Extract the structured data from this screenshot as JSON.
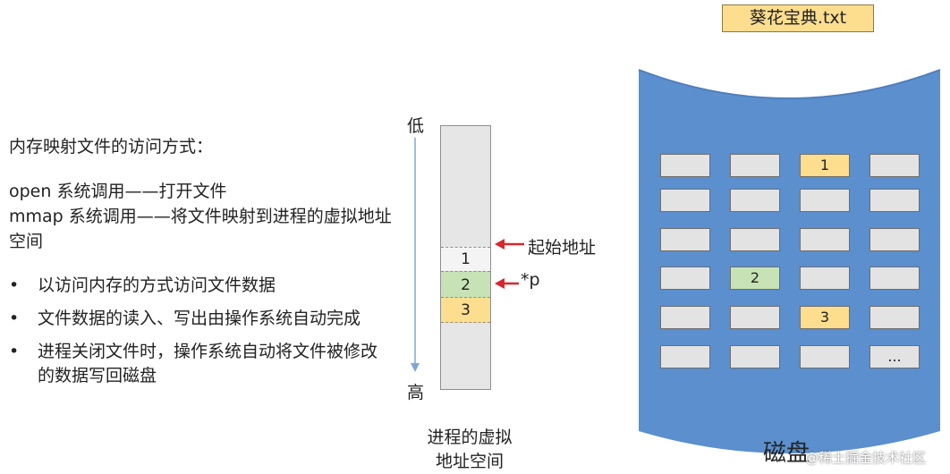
{
  "left_text": {
    "heading": "内存映射文件的访问方式：",
    "open_line": "open 系统调用——打开文件",
    "mmap_line": "mmap 系统调用——将文件映射到进程的虚拟地址空间",
    "bullets": [
      "以访问内存的方式访问文件数据",
      "文件数据的读入、写出由操作系统自动完成",
      "进程关闭文件时，操作系统自动将文件被修改的数据写回磁盘"
    ]
  },
  "virtual_space": {
    "low_label": "低",
    "high_label": "高",
    "cells": [
      "1",
      "2",
      "3"
    ],
    "start_address_label": "起始地址",
    "pointer_label": "*p",
    "caption_line1": "进程的虚拟",
    "caption_line2": "地址空间"
  },
  "disk": {
    "file_label": "葵花宝典.txt",
    "caption": "磁盘",
    "blocks": [
      [
        "",
        "",
        "1",
        ""
      ],
      [
        "",
        "",
        "",
        ""
      ],
      [
        "",
        "",
        "",
        ""
      ],
      [
        "",
        "2",
        "",
        ""
      ],
      [
        "",
        "",
        "3",
        ""
      ],
      [
        "",
        "",
        "",
        "..."
      ]
    ],
    "highlight": [
      [
        "",
        "",
        "y",
        ""
      ],
      [
        "",
        "",
        "",
        ""
      ],
      [
        "",
        "",
        "",
        ""
      ],
      [
        "",
        "g",
        "",
        ""
      ],
      [
        "",
        "",
        "y",
        ""
      ],
      [
        "",
        "",
        "",
        ""
      ]
    ]
  },
  "colors": {
    "disk_blue": "#5b8fcd",
    "highlight_yellow": "#fddd8e",
    "highlight_green": "#c7e3b6",
    "arrow_red": "#d9262c",
    "axis_blue": "#7fa6d6"
  },
  "watermark": "@稀土掘金技术社区"
}
